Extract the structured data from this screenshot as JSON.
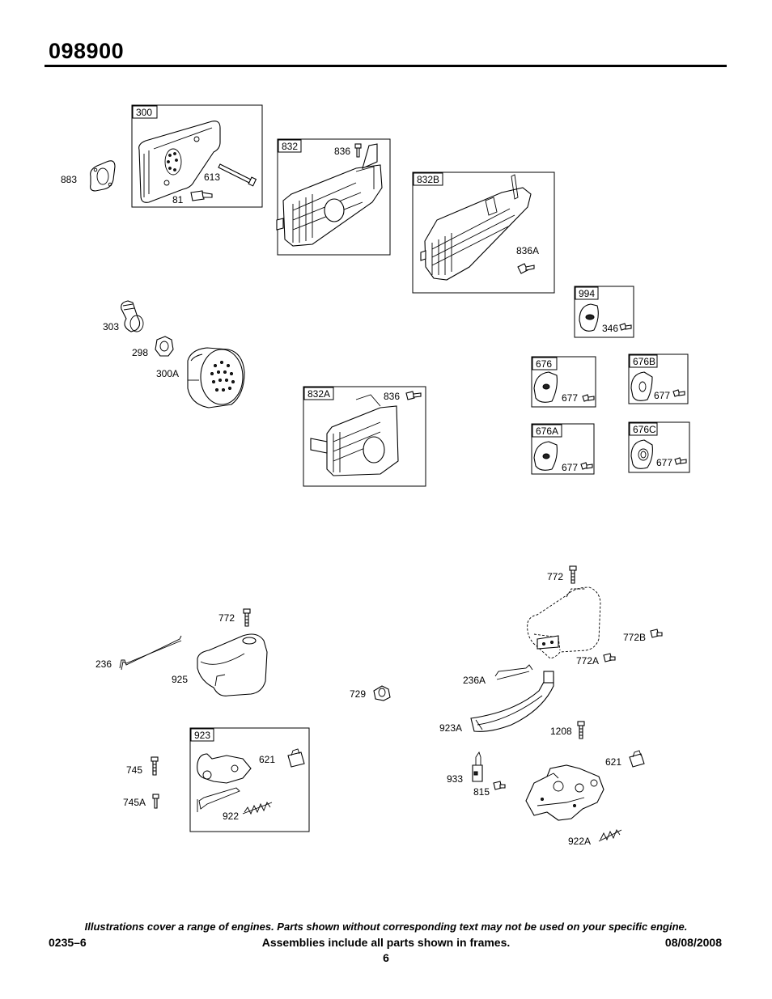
{
  "header": {
    "title": "098900"
  },
  "frames": [
    {
      "id": "f300",
      "tag": "300"
    },
    {
      "id": "f832",
      "tag": "832"
    },
    {
      "id": "f832B",
      "tag": "832B"
    },
    {
      "id": "f994",
      "tag": "994"
    },
    {
      "id": "f676",
      "tag": "676"
    },
    {
      "id": "f676B",
      "tag": "676B"
    },
    {
      "id": "f676A",
      "tag": "676A"
    },
    {
      "id": "f676C",
      "tag": "676C"
    },
    {
      "id": "f832A",
      "tag": "832A"
    },
    {
      "id": "f923",
      "tag": "923"
    }
  ],
  "callouts": {
    "c883": "883",
    "c613": "613",
    "c81": "81",
    "c836a": "836",
    "c836A": "836A",
    "c346": "346",
    "c303": "303",
    "c298": "298",
    "c300A": "300A",
    "c836b": "836",
    "c677a": "677",
    "c677b": "677",
    "c677c": "677",
    "c677d": "677",
    "c772a": "772",
    "c236": "236",
    "c925": "925",
    "c729": "729",
    "c745": "745",
    "c745A": "745A",
    "c621a": "621",
    "c922": "922",
    "c772b": "772",
    "c772B": "772B",
    "c772A": "772A",
    "c236A": "236A",
    "c923A": "923A",
    "c1208": "1208",
    "c621b": "621",
    "c933": "933",
    "c815": "815",
    "c922A": "922A"
  },
  "footer": {
    "note": "Illustrations cover a range of engines. Parts shown without corresponding text may not be used on your specific engine.",
    "code": "0235–6",
    "assemblies": "Assemblies include all parts shown in frames.",
    "date": "08/08/2008",
    "page": "6"
  }
}
